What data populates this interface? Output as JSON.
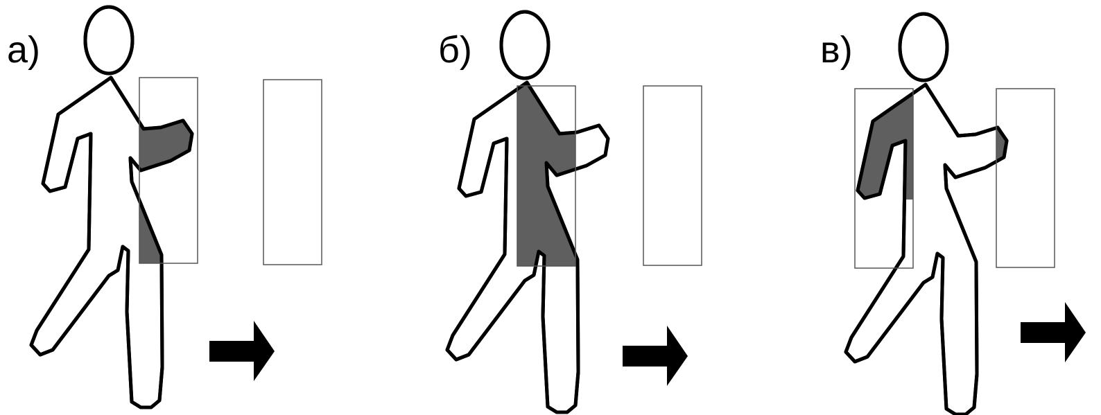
{
  "colors": {
    "figure_outline": "#000000",
    "figure_fill": "#ffffff",
    "shaded_region": "#5f5f5f",
    "window_border": "#555555",
    "arrow": "#000000"
  },
  "panels": [
    {
      "label": "а)"
    },
    {
      "label": "б)"
    },
    {
      "label": "в)"
    }
  ]
}
